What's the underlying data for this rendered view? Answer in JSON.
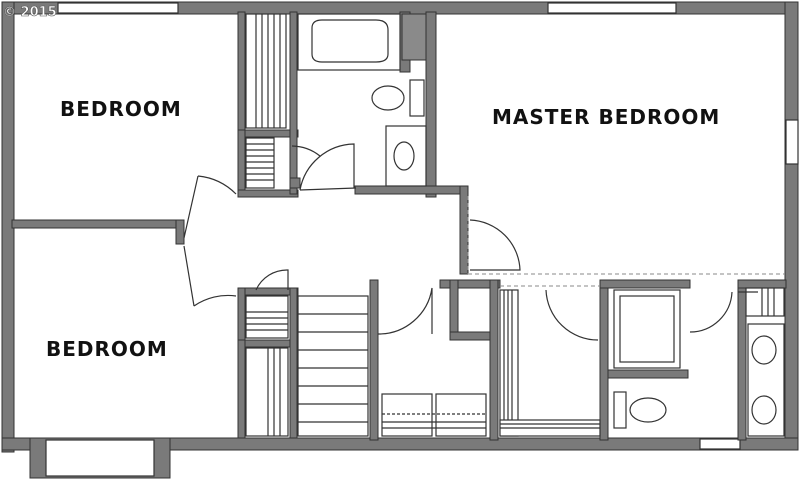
{
  "copyright": "© 2015",
  "rooms": {
    "bedroom_upper": "BEDROOM",
    "bedroom_lower": "BEDROOM",
    "master": "MASTER BEDROOM"
  }
}
